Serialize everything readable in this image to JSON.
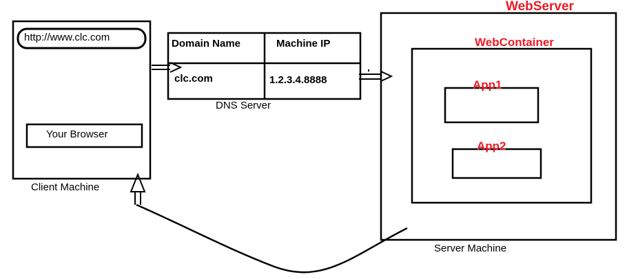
{
  "colors": {
    "ink": "#000000",
    "accent_red": "#ed1c24",
    "background": "#ffffff"
  },
  "client": {
    "url_text": "http://www.clc.com",
    "browser_label": "Your Browser",
    "machine_label": "Client Machine"
  },
  "dns": {
    "col_domain": "Domain Name",
    "col_ip": "Machine IP",
    "domain_value": "clc.com",
    "ip_value": "1.2.3.4.8888",
    "server_label": "DNS Server"
  },
  "server": {
    "webserver_label": "WebServer",
    "webcontainer_label": "WebContainer",
    "app1_label": "App1",
    "app2_label": "App2",
    "machine_label": "Server Machine"
  }
}
